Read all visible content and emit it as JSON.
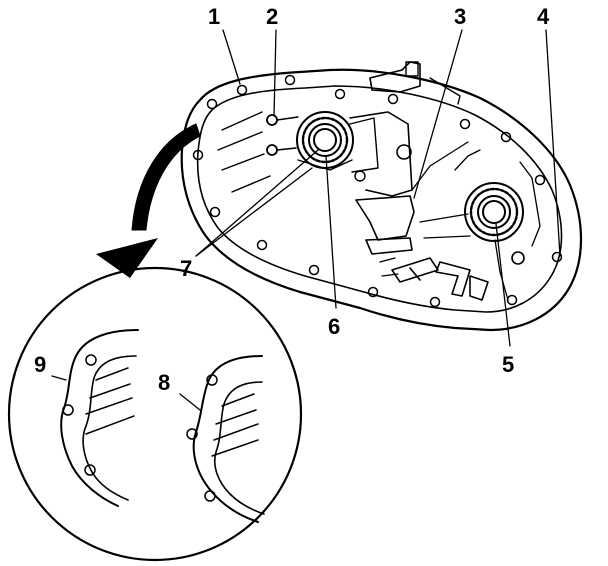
{
  "figure": {
    "description_alt": "Transfer case half with bearings and seal bead detail",
    "callouts": [
      {
        "id": "c1",
        "text": "1"
      },
      {
        "id": "c2",
        "text": "2"
      },
      {
        "id": "c3",
        "text": "3"
      },
      {
        "id": "c4",
        "text": "4"
      },
      {
        "id": "c5",
        "text": "5"
      },
      {
        "id": "c6",
        "text": "6"
      },
      {
        "id": "c7",
        "text": "7"
      },
      {
        "id": "c8",
        "text": "8"
      },
      {
        "id": "c9",
        "text": "9"
      }
    ]
  }
}
